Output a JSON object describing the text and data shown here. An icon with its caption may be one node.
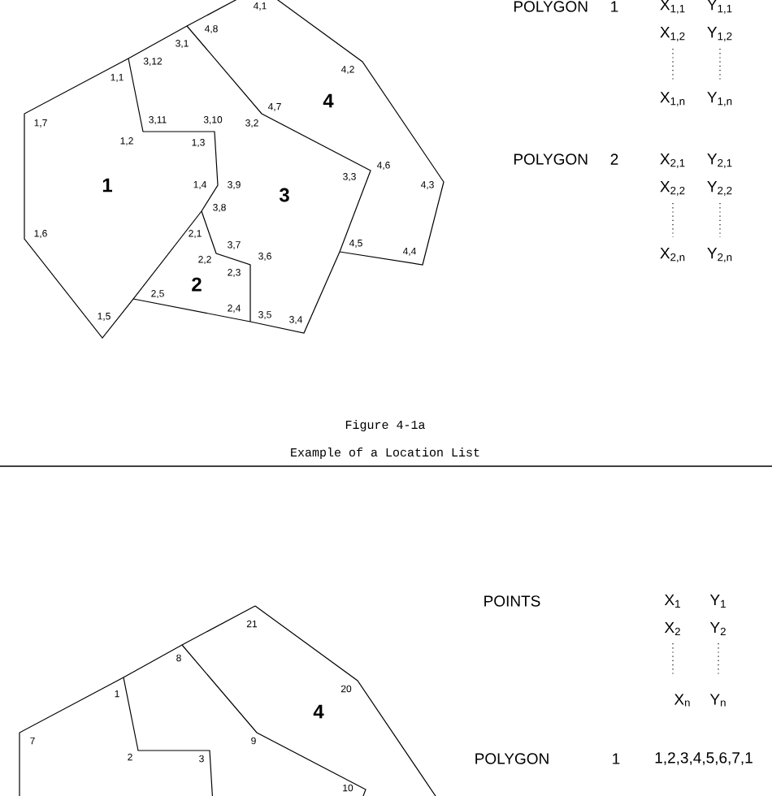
{
  "diagram": {
    "title": "Figure 4-1a",
    "caption": "Example of a Location List",
    "labels": [
      "4,1",
      "4,8",
      "3,1",
      "3,12",
      "1,1",
      "4,2",
      "4",
      "1,7",
      "4,7",
      "3,11",
      "3,10",
      "3,2",
      "1,2",
      "1,3",
      "1",
      "1,4",
      "3,9",
      "3",
      "3,3",
      "4,6",
      "4,3",
      "3,8",
      "1,6",
      "2,1",
      "3,7",
      "3,6",
      "2,2",
      "2,3",
      "2",
      "2,5",
      "2,4",
      "3,5",
      "3,4",
      "4,5",
      "4,4",
      "1,5",
      "POLYGON",
      "1",
      "X$_{1,1}$",
      "Y$_{1,1}$",
      "X$_{1,2}$",
      "Y$_{1,2}$",
      "X$_{1,n}$",
      "Y$_{1,n}$",
      "POLYGON",
      "2",
      "X$_{2,1}$",
      "Y$_{2,1}$",
      "X$_{2,2}$",
      "Y$_{2,2}$",
      "X$_{2,n}$",
      "Y$_{2,n}$",
      "21",
      "8",
      "1",
      "20",
      "4",
      "7",
      "9",
      "2",
      "3",
      "10",
      "POINTS",
      "X$_{1}$",
      "Y$_{1}$",
      "X$_{2}$",
      "Y$_{2}$",
      "X$_{n}$",
      "Y$_{n}$",
      "POLYGON",
      "1",
      "1,2,3,4,5,6,7,1"
    ]
  }
}
